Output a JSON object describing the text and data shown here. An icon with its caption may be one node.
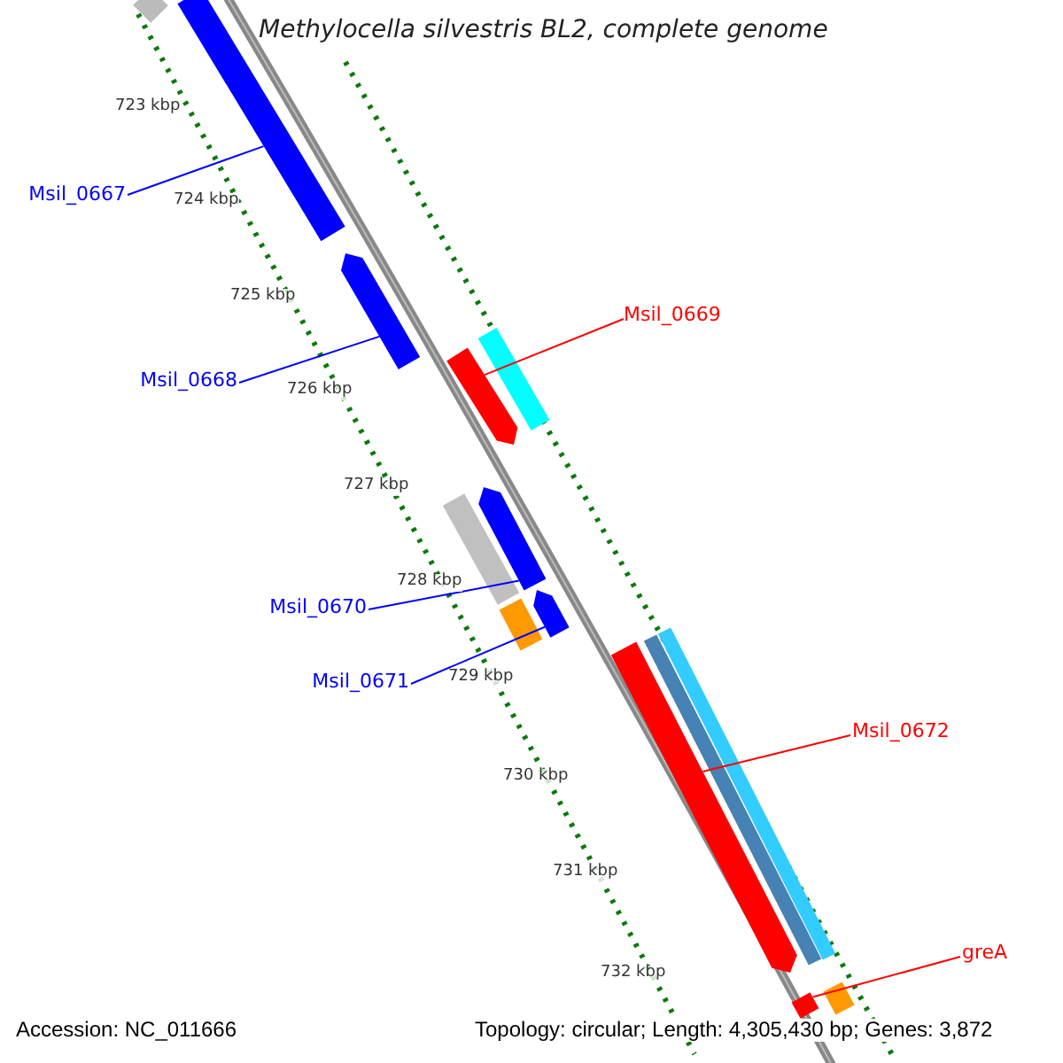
{
  "diagram": {
    "title": "Methylocella silvestris BL2, complete genome",
    "nodes": [
      {
        "text": [
          "Msil_0667"
        ]
      },
      {
        "text": [],
        "shape": "bar"
      },
      {
        "text": [
          "Msil_0668"
        ]
      },
      {
        "text": [],
        "shape": "bar"
      },
      {
        "text": [
          "Msil_0669"
        ]
      },
      {
        "text": [],
        "shape": "bar"
      },
      {
        "text": [
          "Msil_0670"
        ]
      },
      {
        "text": [],
        "shape": "bar"
      },
      {
        "text": [
          "Msil_0671"
        ]
      },
      {
        "text": [],
        "shape": "bar"
      },
      {
        "text": [
          "Msil_0672"
        ]
      },
      {
        "text": [],
        "shape": "bar"
      },
      {
        "text": [
          "greA"
        ]
      },
      {
        "text": [],
        "shape": "bar"
      },
      {
        "text": [],
        "shape": "bar"
      },
      {
        "text": [],
        "shape": "bar"
      },
      {
        "text": [],
        "shape": "bar"
      },
      {
        "text": [],
        "shape": "bar"
      },
      {
        "text": [],
        "shape": "bar"
      },
      {
        "text": [],
        "shape": "bar"
      },
      {
        "text": [],
        "shape": "bar"
      }
    ],
    "edges": [
      {
        "from": 0,
        "to": 1,
        "arrow": "none"
      },
      {
        "from": 2,
        "to": 3,
        "arrow": "none"
      },
      {
        "from": 4,
        "to": 5,
        "arrow": "none",
        "color": "#ff0000"
      },
      {
        "from": 6,
        "to": 7,
        "arrow": "none"
      },
      {
        "from": 8,
        "to": 9,
        "arrow": "none"
      },
      {
        "from": 10,
        "to": 11,
        "arrow": "none",
        "color": "#ff0000"
      },
      {
        "from": 12,
        "to": 13,
        "arrow": "none",
        "color": "#ff0000"
      }
    ],
    "labels": [
      "723 kbp",
      "724 kbp",
      "725 kbp",
      "726 kbp",
      "727 kbp",
      "728 kbp",
      "729 kbp",
      "730 kbp",
      "731 kbp",
      "732 kbp",
      "Accession: NC_011666",
      "Topology: circular; Length: 4,305,430 bp; Genes: 3,872"
    ]
  }
}
